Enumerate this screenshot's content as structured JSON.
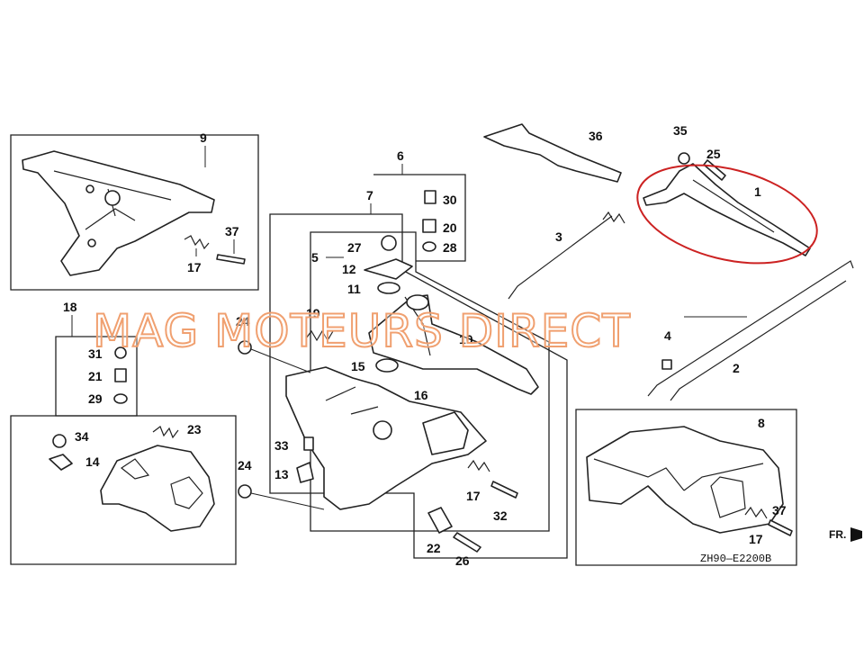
{
  "watermark": "MAG MOTEURS DIRECT",
  "drawing_code": "ZH90—E2200B",
  "direction_label": "FR.",
  "callout_color": "#cc2222",
  "watermark_stroke": "#f0a070",
  "labels": {
    "p1": "1",
    "p2": "2",
    "p3": "3",
    "p4": "4",
    "p5": "5",
    "p6": "6",
    "p7": "7",
    "p8": "8",
    "p9": "9",
    "p10": "10",
    "p11": "11",
    "p12": "12",
    "p13": "13",
    "p14": "14",
    "p15": "15",
    "p16": "16",
    "p17a": "17",
    "p17b": "17",
    "p17c": "17",
    "p18": "18",
    "p19": "19",
    "p20": "20",
    "p21": "21",
    "p22": "22",
    "p23": "23",
    "p24a": "24",
    "p24b": "24",
    "p25": "25",
    "p26": "26",
    "p27": "27",
    "p28": "28",
    "p29": "29",
    "p30": "30",
    "p31": "31",
    "p32": "32",
    "p33": "33",
    "p34": "34",
    "p35": "35",
    "p36": "36",
    "p37a": "37",
    "p37b": "37"
  }
}
